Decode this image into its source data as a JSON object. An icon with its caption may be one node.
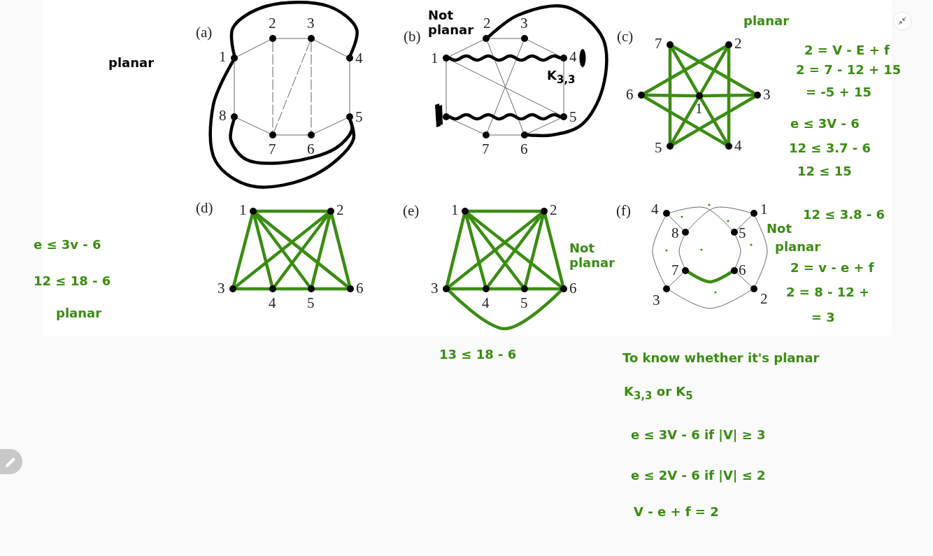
{
  "diagram": {
    "nodes": [
      {
        "text": [],
        "shape": "circle",
        "beside": [
          "1"
        ]
      },
      {
        "text": [],
        "shape": "circle",
        "beside": [
          "2"
        ]
      },
      {
        "text": [],
        "shape": "circle",
        "beside": [
          "3"
        ]
      },
      {
        "text": [],
        "shape": "circle",
        "beside": [
          "4"
        ]
      },
      {
        "text": [],
        "shape": "circle",
        "beside": [
          "5"
        ]
      },
      {
        "text": [],
        "shape": "circle",
        "beside": [
          "6"
        ]
      },
      {
        "text": [],
        "shape": "circle",
        "beside": [
          "7"
        ]
      },
      {
        "text": [],
        "shape": "circle",
        "beside": [
          "8"
        ]
      },
      {
        "text": [],
        "shape": "circle",
        "beside": [
          "1"
        ]
      },
      {
        "text": [],
        "shape": "circle",
        "beside": [
          "2"
        ]
      },
      {
        "text": [],
        "shape": "circle",
        "beside": [
          "3"
        ]
      },
      {
        "text": [],
        "shape": "circle",
        "beside": [
          "4"
        ]
      },
      {
        "text": [],
        "shape": "circle",
        "beside": [
          "5"
        ]
      },
      {
        "text": [],
        "shape": "circle",
        "beside": [
          "6"
        ]
      },
      {
        "text": [],
        "shape": "circle",
        "beside": [
          "7"
        ]
      },
      {
        "text": [],
        "shape": "circle"
      },
      {
        "text": [],
        "shape": "circle",
        "beside": [
          "1"
        ]
      },
      {
        "text": [],
        "shape": "circle",
        "beside": [
          "2"
        ]
      },
      {
        "text": [],
        "shape": "circle",
        "beside": [
          "3"
        ]
      },
      {
        "text": [],
        "shape": "circle",
        "beside": [
          "4"
        ]
      },
      {
        "text": [],
        "shape": "circle",
        "beside": [
          "5"
        ]
      },
      {
        "text": [],
        "shape": "circle",
        "beside": [
          "6"
        ]
      },
      {
        "text": [],
        "shape": "circle",
        "beside": [
          "7"
        ]
      },
      {
        "text": [],
        "shape": "circle",
        "beside": [
          "1"
        ]
      },
      {
        "text": [],
        "shape": "circle",
        "beside": [
          "2"
        ]
      },
      {
        "text": [],
        "shape": "circle",
        "beside": [
          "3"
        ]
      },
      {
        "text": [],
        "shape": "circle",
        "beside": [
          "4"
        ]
      },
      {
        "text": [],
        "shape": "circle",
        "beside": [
          "5"
        ]
      },
      {
        "text": [],
        "shape": "circle",
        "beside": [
          "6"
        ]
      },
      {
        "text": [],
        "shape": "circle",
        "beside": [
          "1"
        ]
      },
      {
        "text": [],
        "shape": "circle",
        "beside": [
          "2"
        ]
      },
      {
        "text": [],
        "shape": "circle",
        "beside": [
          "3"
        ]
      },
      {
        "text": [],
        "shape": "circle",
        "beside": [
          "4"
        ]
      },
      {
        "text": [],
        "shape": "circle",
        "beside": [
          "5"
        ]
      },
      {
        "text": [],
        "shape": "circle",
        "beside": [
          "6"
        ]
      },
      {
        "text": [],
        "shape": "circle",
        "beside": [
          "1"
        ]
      },
      {
        "text": [],
        "shape": "circle",
        "beside": [
          "2"
        ]
      },
      {
        "text": [],
        "shape": "circle",
        "beside": [
          "3"
        ]
      },
      {
        "text": [],
        "shape": "circle",
        "beside": [
          "4"
        ]
      },
      {
        "text": [],
        "shape": "circle",
        "beside": [
          "5"
        ]
      },
      {
        "text": [],
        "shape": "circle",
        "beside": [
          "6"
        ]
      },
      {
        "text": [],
        "shape": "circle",
        "beside": [
          "7"
        ]
      },
      {
        "text": [],
        "shape": "circle",
        "beside": [
          "8"
        ]
      }
    ],
    "edges": [
      {
        "from": 0,
        "to": 1,
        "arrow": "none"
      },
      {
        "from": 1,
        "to": 2,
        "arrow": "none"
      },
      {
        "from": 2,
        "to": 3,
        "arrow": "none"
      },
      {
        "from": 3,
        "to": 4,
        "arrow": "none"
      },
      {
        "from": 4,
        "to": 5,
        "arrow": "none"
      },
      {
        "from": 5,
        "to": 6,
        "arrow": "none"
      },
      {
        "from": 6,
        "to": 7,
        "arrow": "none"
      },
      {
        "from": 7,
        "to": 0,
        "arrow": "none"
      },
      {
        "from": 1,
        "to": 6,
        "arrow": "none",
        "style": "dashed"
      },
      {
        "from": 2,
        "to": 6,
        "arrow": "none",
        "style": "dashed"
      },
      {
        "from": 2,
        "to": 5,
        "arrow": "none",
        "style": "dashed"
      },
      {
        "from": 0,
        "to": 3,
        "arrow": "none",
        "color": "#000000"
      },
      {
        "from": 0,
        "to": 4,
        "arrow": "none",
        "color": "#000000"
      },
      {
        "from": 7,
        "to": 4,
        "arrow": "none",
        "color": "#000000"
      },
      {
        "from": 8,
        "to": 9,
        "arrow": "none"
      },
      {
        "from": 9,
        "to": 10,
        "arrow": "none"
      },
      {
        "from": 10,
        "to": 11,
        "arrow": "none"
      },
      {
        "from": 8,
        "to": 15,
        "arrow": "none"
      },
      {
        "from": 11,
        "to": 12,
        "arrow": "none"
      },
      {
        "from": 15,
        "to": 14,
        "arrow": "none"
      },
      {
        "from": 14,
        "to": 13,
        "arrow": "none"
      },
      {
        "from": 13,
        "to": 12,
        "arrow": "none"
      },
      {
        "from": 9,
        "to": 13,
        "arrow": "none"
      },
      {
        "from": 10,
        "to": 14,
        "arrow": "none"
      },
      {
        "from": 8,
        "to": 12,
        "arrow": "none"
      },
      {
        "from": 8,
        "to": 11,
        "arrow": "none",
        "color": "#000000"
      },
      {
        "from": 15,
        "to": 12,
        "arrow": "none",
        "color": "#000000"
      },
      {
        "from": 9,
        "to": 13,
        "arrow": "none",
        "color": "#000000"
      },
      {
        "from": 16,
        "to": 17,
        "arrow": "none",
        "color": "#3a8c12"
      },
      {
        "from": 16,
        "to": 18,
        "arrow": "none",
        "color": "#3a8c12"
      },
      {
        "from": 16,
        "to": 19,
        "arrow": "none",
        "color": "#3a8c12"
      },
      {
        "from": 16,
        "to": 20,
        "arrow": "none",
        "color": "#3a8c12"
      },
      {
        "from": 16,
        "to": 21,
        "arrow": "none",
        "color": "#3a8c12"
      },
      {
        "from": 16,
        "to": 22,
        "arrow": "none",
        "color": "#3a8c12"
      },
      {
        "from": 22,
        "to": 18,
        "arrow": "none",
        "color": "#3a8c12"
      },
      {
        "from": 17,
        "to": 21,
        "arrow": "none",
        "color": "#3a8c12"
      },
      {
        "from": 21,
        "to": 19,
        "arrow": "none",
        "color": "#3a8c12"
      },
      {
        "from": 20,
        "to": 18,
        "arrow": "none",
        "color": "#3a8c12"
      },
      {
        "from": 17,
        "to": 19,
        "arrow": "none",
        "color": "#3a8c12"
      },
      {
        "from": 22,
        "to": 20,
        "arrow": "none",
        "color": "#3a8c12"
      },
      {
        "from": 23,
        "to": 24,
        "arrow": "none",
        "color": "#3a8c12"
      },
      {
        "from": 25,
        "to": 26,
        "arrow": "none",
        "color": "#3a8c12"
      },
      {
        "from": 26,
        "to": 27,
        "arrow": "none",
        "color": "#3a8c12"
      },
      {
        "from": 27,
        "to": 28,
        "arrow": "none",
        "color": "#3a8c12"
      },
      {
        "from": 23,
        "to": 25,
        "arrow": "none",
        "color": "#3a8c12"
      },
      {
        "from": 23,
        "to": 26,
        "arrow": "none",
        "color": "#3a8c12"
      },
      {
        "from": 23,
        "to": 27,
        "arrow": "none",
        "color": "#3a8c12"
      },
      {
        "from": 23,
        "to": 28,
        "arrow": "none",
        "color": "#3a8c12"
      },
      {
        "from": 24,
        "to": 25,
        "arrow": "none",
        "color": "#3a8c12"
      },
      {
        "from": 24,
        "to": 26,
        "arrow": "none",
        "color": "#3a8c12"
      },
      {
        "from": 24,
        "to": 27,
        "arrow": "none",
        "color": "#3a8c12"
      },
      {
        "from": 24,
        "to": 28,
        "arrow": "none",
        "color": "#3a8c12"
      },
      {
        "from": 29,
        "to": 30,
        "arrow": "none",
        "color": "#3a8c12"
      },
      {
        "from": 31,
        "to": 32,
        "arrow": "none",
        "color": "#3a8c12"
      },
      {
        "from": 32,
        "to": 33,
        "arrow": "none",
        "color": "#3a8c12"
      },
      {
        "from": 33,
        "to": 34,
        "arrow": "none",
        "color": "#3a8c12"
      },
      {
        "from": 29,
        "to": 31,
        "arrow": "none",
        "color": "#3a8c12"
      },
      {
        "from": 29,
        "to": 32,
        "arrow": "none",
        "color": "#3a8c12"
      },
      {
        "from": 29,
        "to": 33,
        "arrow": "none",
        "color": "#3a8c12"
      },
      {
        "from": 29,
        "to": 34,
        "arrow": "none",
        "color": "#3a8c12"
      },
      {
        "from": 30,
        "to": 31,
        "arrow": "none",
        "color": "#3a8c12"
      },
      {
        "from": 30,
        "to": 32,
        "arrow": "none",
        "color": "#3a8c12"
      },
      {
        "from": 30,
        "to": 33,
        "arrow": "none",
        "color": "#3a8c12"
      },
      {
        "from": 30,
        "to": 34,
        "arrow": "none",
        "color": "#3a8c12"
      },
      {
        "from": 31,
        "to": 34,
        "arrow": "none",
        "color": "#3a8c12"
      },
      {
        "from": 38,
        "to": 42,
        "arrow": "none"
      },
      {
        "from": 35,
        "to": 39,
        "arrow": "none"
      },
      {
        "from": 41,
        "to": 37,
        "arrow": "none"
      },
      {
        "from": 40,
        "to": 36,
        "arrow": "none"
      },
      {
        "from": 38,
        "to": 37,
        "arrow": "none"
      },
      {
        "from": 35,
        "to": 36,
        "arrow": "none"
      },
      {
        "from": 37,
        "to": 36,
        "arrow": "none"
      },
      {
        "from": 38,
        "to": 39,
        "arrow": "none"
      },
      {
        "from": 42,
        "to": 35,
        "arrow": "none"
      },
      {
        "from": 42,
        "to": 41,
        "arrow": "none"
      },
      {
        "from": 39,
        "to": 40,
        "arrow": "none"
      },
      {
        "from": 41,
        "to": 40,
        "arrow": "none",
        "color": "#3a8c12"
      }
    ],
    "labels": [
      "(a)",
      "planar",
      "(b)",
      "Not planar",
      "K$_{3,3}$",
      "(c)",
      "planar",
      "2 = V - E + f",
      "2 = 7 - 12 + 15",
      "= -5 + 15",
      "e ≤ 3V - 6",
      "12 ≤ 3.7 - 6",
      "12 ≤ 15",
      "(d)",
      "(e)",
      "(f)",
      "Not",
      "12 ≤ 3.8 - 6",
      "e ≤ 3v - 6",
      "Not planar",
      "planar",
      "2 = v - e + f",
      "12 ≤ 18 - 6",
      "2 = 8 - 12 +",
      "planar",
      "= 3",
      "13 ≤ 18 - 6",
      "To know whether it's planar",
      "K$_{3,3}$ or K$_{5}$",
      "e ≤ 3V - 6 if |V| ≥ 3",
      "e ≤ 2V - 6 if |V| ≤ 2",
      "V - e + f = 2"
    ]
  }
}
